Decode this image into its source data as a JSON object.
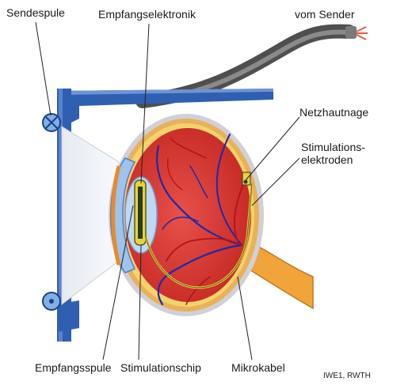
{
  "labels": {
    "sendespule": "Sendespule",
    "empfangselektronik": "Empfangselektronik",
    "vom_sender": "vom Sender",
    "netzhautnagel": "Netzhautnage",
    "stimulationselektroden_line1": "Stimulations-",
    "stimulationselektroden_line2": "elektroden",
    "empfangsspule": "Empfangsspule",
    "stimulationschip": "Stimulationschip",
    "mikrokabel": "Mikrokabel",
    "credit": "IWE1, RWTH"
  },
  "colors": {
    "frame_blue": "#2f5fb0",
    "frame_dark": "#1d3f85",
    "cable_gray": "#5a5a5a",
    "cable_tip": "#e06040",
    "sclera": "#e9b15a",
    "sclera_outer": "#cfcfd8",
    "retina_red": "#d9352e",
    "vessel_blue": "#1c2aa8",
    "vessel_red": "#b3121a",
    "lens_blue": "#8fb8e8",
    "implant_yellow": "#e8d23a",
    "leader": "#222222"
  }
}
